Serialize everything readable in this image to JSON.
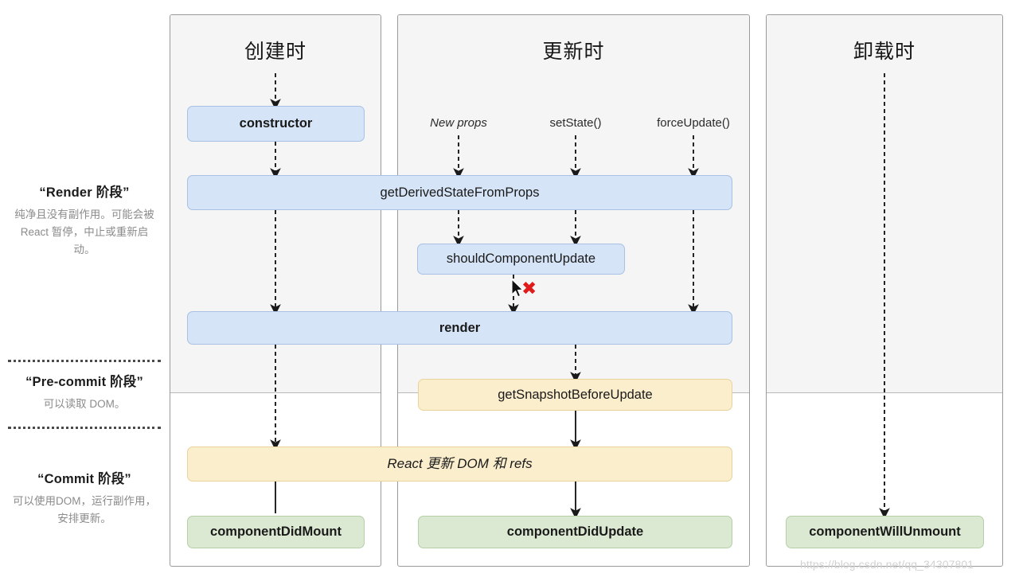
{
  "legend": {
    "sections": [
      {
        "title": "“Render 阶段”",
        "desc": "纯净且没有副作用。可能会被 React 暂停，中止或重新启动。"
      },
      {
        "title": "“Pre-commit 阶段”",
        "desc": "可以读取 DOM。"
      },
      {
        "title": "“Commit 阶段”",
        "desc": "可以使用DOM，运行副作用，安排更新。"
      }
    ]
  },
  "panels": {
    "mount": {
      "title": "创建时"
    },
    "update": {
      "title": "更新时"
    },
    "unmount": {
      "title": "卸载时"
    }
  },
  "triggers": {
    "new_props": "New props",
    "set_state": "setState()",
    "force_update": "forceUpdate()"
  },
  "boxes": {
    "constructor": "constructor",
    "get_derived_state_from_props": "getDerivedStateFromProps",
    "should_component_update": "shouldComponentUpdate",
    "render": "render",
    "get_snapshot_before_update": "getSnapshotBeforeUpdate",
    "react_updates_dom": "React 更新 DOM 和 refs",
    "component_did_mount": "componentDidMount",
    "component_did_update": "componentDidUpdate",
    "component_will_unmount": "componentWillUnmount"
  },
  "markers": {
    "skip_x": "✖"
  },
  "watermark": "https://blog.csdn.net/qq_34307801",
  "colors": {
    "blue_fill": "#d6e4f7",
    "blue_stroke": "#a7c0e4",
    "cream_fill": "#fbeecd",
    "cream_stroke": "#e8d49a",
    "green_fill": "#dbe9d2",
    "green_stroke": "#b5cfa6",
    "panel_shade": "#f5f5f5",
    "panel_stroke": "#9a9a9a",
    "x_red": "#e01b1b",
    "legend_muted": "#8b8b8b"
  }
}
